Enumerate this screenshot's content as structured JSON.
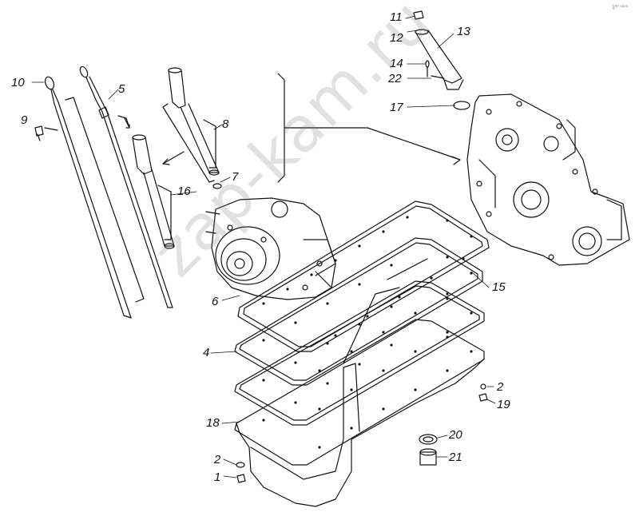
{
  "watermark": "zap-kam.ru",
  "corner_mark": "1ᴾᴾ ⁰⁰⁰⁰",
  "callouts": {
    "c1": "1",
    "c2a": "2",
    "c2b": "2",
    "c4": "4",
    "c5": "5",
    "c6": "6",
    "c7": "7",
    "c8": "8",
    "c9": "9",
    "c10": "10",
    "c11": "11",
    "c12": "12",
    "c13": "13",
    "c14": "14",
    "c15": "15",
    "c16": "16",
    "c17": "17",
    "c18": "18",
    "c19": "19",
    "c20": "20",
    "c21": "21",
    "c22": "22"
  }
}
